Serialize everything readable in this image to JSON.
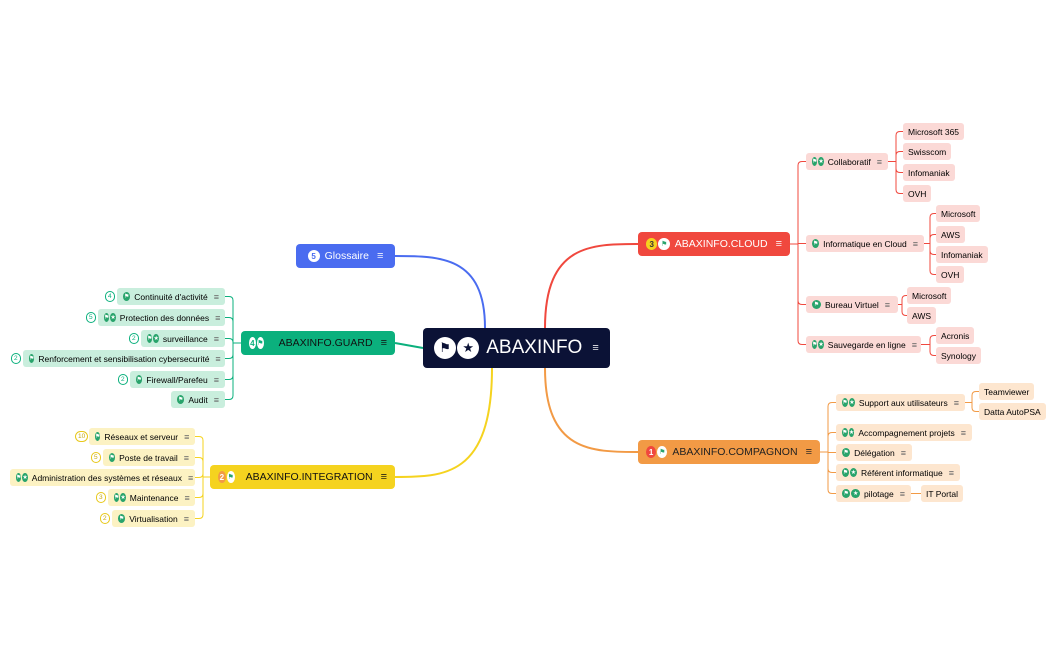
{
  "root": {
    "label": "ABAXINFO"
  },
  "colors": {
    "cloud": "#f0483e",
    "cloud_light": "#fbd9d6",
    "cloud_line": "#f0483e",
    "compagnon": "#f29a45",
    "compagnon_light": "#fde6cf",
    "compagnon_line": "#f29a45",
    "guard": "#0bb07d",
    "guard_light": "#c9eedd",
    "guard_line": "#0bb07d",
    "integration": "#f5d31f",
    "integration_light": "#fcf2c3",
    "integration_line": "#f5d31f",
    "glossaire": "#4a6cf0",
    "root": "#0b1236"
  },
  "branches": {
    "glossaire": {
      "label": "Glossaire",
      "number": "5"
    },
    "cloud": {
      "label": "ABAXINFO.CLOUD",
      "number": "3",
      "children": [
        {
          "label": "Collaboratif",
          "leaves": [
            "Microsoft 365",
            "Swisscom",
            "Infomaniak",
            "OVH"
          ]
        },
        {
          "label": "Informatique en Cloud",
          "leaves": [
            "Microsoft",
            "AWS",
            "Infomaniak",
            "OVH"
          ]
        },
        {
          "label": "Bureau Virtuel",
          "leaves": [
            "Microsoft",
            "AWS"
          ]
        },
        {
          "label": "Sauvegarde en ligne",
          "leaves": [
            "Acronis",
            "Synology"
          ]
        }
      ]
    },
    "compagnon": {
      "label": "ABAXINFO.COMPAGNON",
      "number": "1",
      "children": [
        {
          "label": "Support aux utilisateurs",
          "leaves": [
            "Teamviewer",
            "Datta AutoPSA"
          ]
        },
        {
          "label": "Accompagnement projets",
          "leaves": []
        },
        {
          "label": "Délégation",
          "leaves": []
        },
        {
          "label": "Référent informatique",
          "leaves": []
        },
        {
          "label": "pilotage",
          "leaves": [
            "IT Portal"
          ]
        }
      ]
    },
    "guard": {
      "label": "ABAXINFO.GUARD",
      "number": "4",
      "children": [
        {
          "label": "Continuité d'activité",
          "count": "4"
        },
        {
          "label": "Protection des données",
          "count": "5"
        },
        {
          "label": "surveillance",
          "count": "2"
        },
        {
          "label": "Renforcement et sensibilisation cybersecurité",
          "count": "2"
        },
        {
          "label": "Firewall/Parefeu",
          "count": "2"
        },
        {
          "label": "Audit",
          "count": ""
        }
      ]
    },
    "integration": {
      "label": "ABAXINFO.INTEGRATION",
      "number": "2",
      "children": [
        {
          "label": "Réseaux et serveur",
          "count": "10"
        },
        {
          "label": "Poste de travail",
          "count": "5"
        },
        {
          "label": "Administration des systèmes et réseaux",
          "count": ""
        },
        {
          "label": "Maintenance",
          "count": "3"
        },
        {
          "label": "Virtualisation",
          "count": "2"
        }
      ]
    }
  }
}
